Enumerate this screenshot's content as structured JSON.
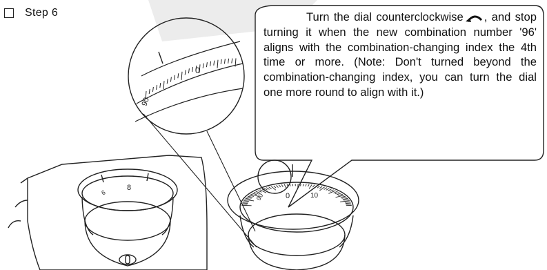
{
  "step": {
    "label": "Step 6"
  },
  "instruction": {
    "text_before_icon": "Turn the dial counterclockwise",
    "icon": "counterclockwise-arrow-icon",
    "text_after_icon": ", and stop turning it when the new combination number '96' aligns with the combination-changing index the 4th time or more. (Note: Don't turned beyond the combination-changing index, you can turn the dial one more round to align with it.)"
  },
  "zoom_dial": {
    "numbers": [
      "0",
      "90"
    ]
  },
  "right_dial": {
    "numbers": [
      "0",
      "10",
      "90"
    ]
  },
  "left_dial": {
    "numbers": [
      "8",
      "6"
    ]
  }
}
